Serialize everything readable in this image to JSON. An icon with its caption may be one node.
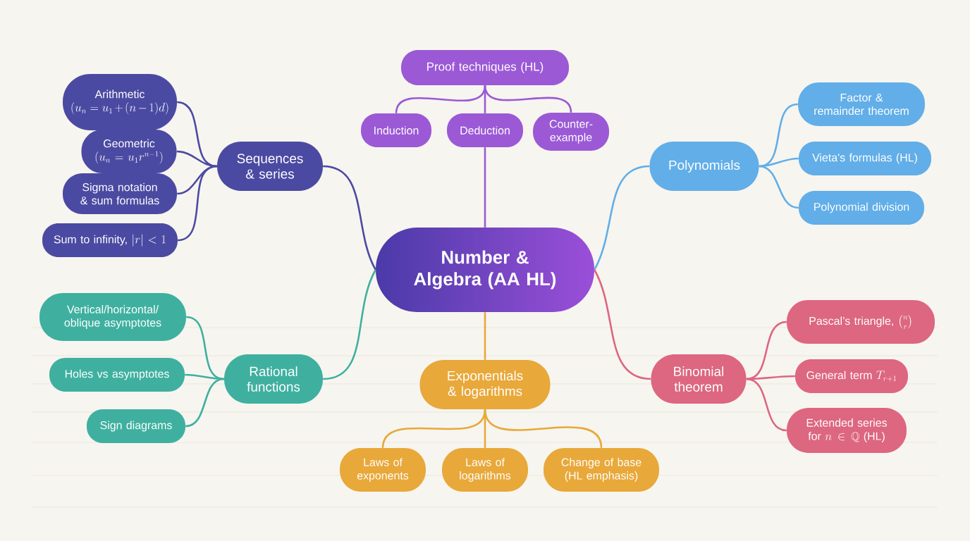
{
  "diagram": {
    "nodes": [
      {
        "text": [
          "Number & Algebra (AA HL)"
        ]
      },
      {
        "text": [
          "Proof techniques (HL)"
        ]
      },
      {
        "text": [
          "Induction"
        ]
      },
      {
        "text": [
          "Deduction"
        ]
      },
      {
        "text": [
          "Counter-example"
        ]
      },
      {
        "text": [
          "Sequences & series"
        ]
      },
      {
        "text": [
          "Arithmetic",
          "(u_n=u_1+(n-1)d)"
        ]
      },
      {
        "text": [
          "Geometric",
          "(u_n=u_1r^{n-1})"
        ]
      },
      {
        "text": [
          "Sigma notation & sum formulas"
        ]
      },
      {
        "text": [
          "\\text{Sum to infinity, }|r|<1"
        ]
      },
      {
        "text": [
          "Polynomials"
        ]
      },
      {
        "text": [
          "Factor & remainder theorem"
        ]
      },
      {
        "text": [
          "Vieta's formulas (HL)"
        ]
      },
      {
        "text": [
          "Polynomial division"
        ]
      },
      {
        "text": [
          "Rational functions"
        ]
      },
      {
        "text": [
          "Vertical/horizontal/ oblique asymptotes"
        ]
      },
      {
        "text": [
          "Holes vs asymptotes"
        ]
      },
      {
        "text": [
          "Sign diagrams"
        ]
      },
      {
        "text": [
          "Exponentials & logarithms"
        ]
      },
      {
        "text": [
          "Laws of exponents"
        ]
      },
      {
        "text": [
          "Laws of logarithms"
        ]
      },
      {
        "text": [
          "Change of base (HL emphasis)"
        ]
      },
      {
        "text": [
          "Binomial theorem"
        ]
      },
      {
        "text": [
          "\\text{Pascal's triangle, }\\binom{n}{r}"
        ]
      },
      {
        "text": [
          "\\text{General term }T_{r+1}"
        ]
      },
      {
        "text": [
          "Extended series",
          "\\text{for }n\\in\\mathbb{Q}\\text{ (HL)}"
        ]
      }
    ],
    "edges": [
      {
        "from": 1,
        "to": 2,
        "arrow": "none",
        "color": "#9b59d6"
      },
      {
        "from": 1,
        "to": 3,
        "arrow": "none",
        "color": "#9b59d6"
      },
      {
        "from": 1,
        "to": 4,
        "arrow": "none",
        "color": "#9b59d6"
      },
      {
        "from": 0,
        "to": 3,
        "arrow": "none",
        "color": "#9b59d6"
      },
      {
        "from": 0,
        "to": 5,
        "arrow": "none",
        "color": "#4b4aa2"
      },
      {
        "from": 5,
        "to": 6,
        "arrow": "none",
        "color": "#4b4aa2"
      },
      {
        "from": 5,
        "to": 7,
        "arrow": "none",
        "color": "#4b4aa2"
      },
      {
        "from": 5,
        "to": 8,
        "arrow": "none",
        "color": "#4b4aa2"
      },
      {
        "from": 5,
        "to": 9,
        "arrow": "none",
        "color": "#4b4aa2"
      },
      {
        "from": 0,
        "to": 10,
        "arrow": "none",
        "color": "#62aee8"
      },
      {
        "from": 10,
        "to": 11,
        "arrow": "none",
        "color": "#62aee8"
      },
      {
        "from": 10,
        "to": 12,
        "arrow": "none",
        "color": "#62aee8"
      },
      {
        "from": 10,
        "to": 13,
        "arrow": "none",
        "color": "#62aee8"
      },
      {
        "from": 0,
        "to": 14,
        "arrow": "none",
        "color": "#3fb0a0"
      },
      {
        "from": 14,
        "to": 15,
        "arrow": "none",
        "color": "#3fb0a0"
      },
      {
        "from": 14,
        "to": 16,
        "arrow": "none",
        "color": "#3fb0a0"
      },
      {
        "from": 14,
        "to": 17,
        "arrow": "none",
        "color": "#3fb0a0"
      },
      {
        "from": 0,
        "to": 18,
        "arrow": "none",
        "color": "#e8a83a"
      },
      {
        "from": 18,
        "to": 19,
        "arrow": "none",
        "color": "#e8a83a"
      },
      {
        "from": 18,
        "to": 20,
        "arrow": "none",
        "color": "#e8a83a"
      },
      {
        "from": 18,
        "to": 21,
        "arrow": "none",
        "color": "#e8a83a"
      },
      {
        "from": 0,
        "to": 22,
        "arrow": "none",
        "color": "#dd6680"
      },
      {
        "from": 22,
        "to": 23,
        "arrow": "none",
        "color": "#dd6680"
      },
      {
        "from": 22,
        "to": 24,
        "arrow": "none",
        "color": "#dd6680"
      },
      {
        "from": 22,
        "to": 25,
        "arrow": "none",
        "color": "#dd6680"
      }
    ]
  }
}
